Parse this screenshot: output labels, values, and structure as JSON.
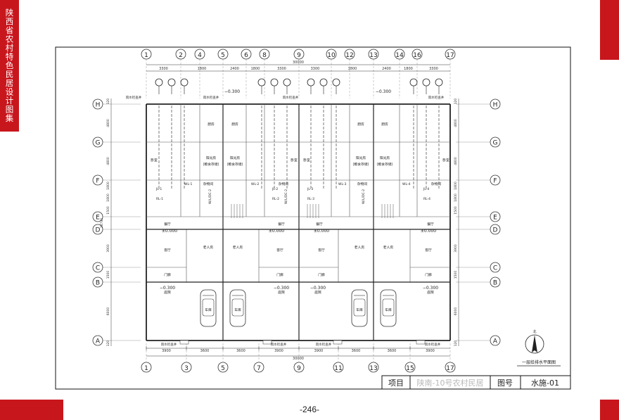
{
  "sidebar": {
    "series_title": "陕西省农村特色民居设计图集"
  },
  "page": {
    "number": "-246-"
  },
  "title_block": {
    "project_label": "项目",
    "project_name": "陕南-10号农村民居",
    "drawing_no_label": "图号",
    "drawing_no": "水施-01"
  },
  "drawing": {
    "caption": "一层给排水平面图",
    "north_label": "北",
    "axes_top": [
      "1",
      "2",
      "4",
      "5",
      "6",
      "8",
      "9",
      "10",
      "12",
      "13",
      "14",
      "16",
      "17"
    ],
    "axes_bottom": [
      "1",
      "3",
      "5",
      "7",
      "9",
      "11",
      "13",
      "15",
      "17"
    ],
    "axes_rows": [
      "H",
      "G",
      "F",
      "E",
      "D",
      "C",
      "B",
      "A"
    ],
    "dims_top": [
      "3300",
      "1800",
      "2400",
      "1800",
      "3300",
      "3300",
      "1800",
      "2400",
      "1800",
      "3300"
    ],
    "total_width": "30000",
    "dims_bottom": [
      "3900",
      "3600",
      "3600",
      "3900",
      "3900",
      "3600",
      "3600",
      "3900"
    ],
    "dims_left": [
      "120",
      "4800",
      "4800",
      "1800",
      "1800",
      "1500",
      "3900",
      "1500",
      "6000",
      "120"
    ],
    "dim_left_total": "24740",
    "levels": [
      "−0.300",
      "±0.000"
    ],
    "rooms": {
      "kitchen": "厨房",
      "bedroom": "卧室",
      "sunroom": "阳光房",
      "storage": "(粮食存储)",
      "utility": "杂物间",
      "dining": "餐厅",
      "living": "客厅",
      "elder_room": "老人房",
      "porch": "门廊",
      "courtyard": "庭院",
      "garage": "车库"
    },
    "pipes": {
      "jl": [
        "JL-1",
        "JL-2",
        "JL-3",
        "JL-4"
      ],
      "rl": [
        "RL-1",
        "RL-2",
        "RL-3",
        "RL-4"
      ],
      "wl": [
        "WL-1",
        "WL-2",
        "WL-3",
        "WL-4"
      ],
      "drain": "W/L/DC-2",
      "rain_outlet": "雨水检查井"
    }
  }
}
